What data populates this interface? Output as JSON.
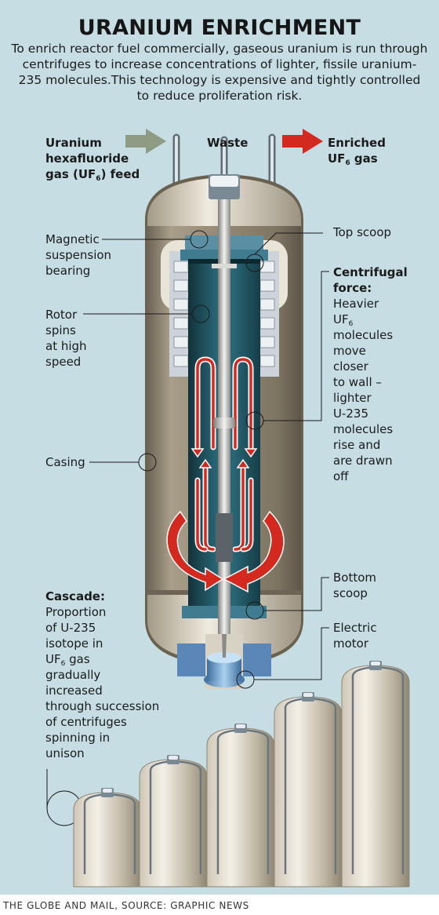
{
  "title": "URANIUM ENRICHMENT",
  "intro": "To enrich reactor fuel commercially, gaseous uranium is run through centrifuges to increase concentrations of lighter, fissile uranium-235 molecules.This technology is expensive and tightly controlled to reduce proliferation risk.",
  "labels": {
    "feed_line1": "Uranium",
    "feed_line2": "hexafluoride",
    "feed_line3_pre": "gas (UF",
    "feed_sub": "6",
    "feed_line3_post": ") feed",
    "waste": "Waste",
    "enriched_line1": "Enriched",
    "enriched_line2_pre": "UF",
    "enriched_sub": "6",
    "enriched_line2_post": " gas",
    "magnetic_line1": "Magnetic",
    "magnetic_line2": "suspension",
    "magnetic_line3": "bearing",
    "top_scoop": "Top scoop",
    "rotor_line1": "Rotor",
    "rotor_line2": "spins",
    "rotor_line3": "at high",
    "rotor_line4": "speed",
    "centrifugal_head1": "Centrifugal",
    "centrifugal_head2": "force:",
    "centrifugal_l1": "Heavier",
    "centrifugal_l2": "UF",
    "centrifugal_sub": "6",
    "centrifugal_l3": "molecules",
    "centrifugal_l4": "move",
    "centrifugal_l5": "closer",
    "centrifugal_l6": "to wall –",
    "centrifugal_l7": "lighter",
    "centrifugal_l8": "U-235",
    "centrifugal_l9": "molecules",
    "centrifugal_l10": "rise and",
    "centrifugal_l11": "are drawn",
    "centrifugal_l12": "off",
    "casing": "Casing",
    "bottom_scoop_line1": "Bottom",
    "bottom_scoop_line2": "scoop",
    "motor_line1": "Electric",
    "motor_line2": "motor",
    "cascade_head": "Cascade:",
    "cascade_l1": "Proportion",
    "cascade_l2": "of U-235",
    "cascade_l3": "isotope in",
    "cascade_l4_pre": "UF",
    "cascade_sub": "6",
    "cascade_l4_post": " gas",
    "cascade_l5": "gradually",
    "cascade_l6": "increased",
    "cascade_l7": "through succession",
    "cascade_l8": "of centrifuges",
    "cascade_l9": "spinning in",
    "cascade_l10": "unison"
  },
  "footer": "THE GLOBE AND MAIL, SOURCE: GRAPHIC NEWS",
  "colors": {
    "background": "#c5dde3",
    "casing": "#8c8270",
    "rotor": "#1f5664",
    "arrow_red": "#d4291f",
    "arrow_gray": "#8f9b84",
    "motor": "#5b86b8"
  }
}
